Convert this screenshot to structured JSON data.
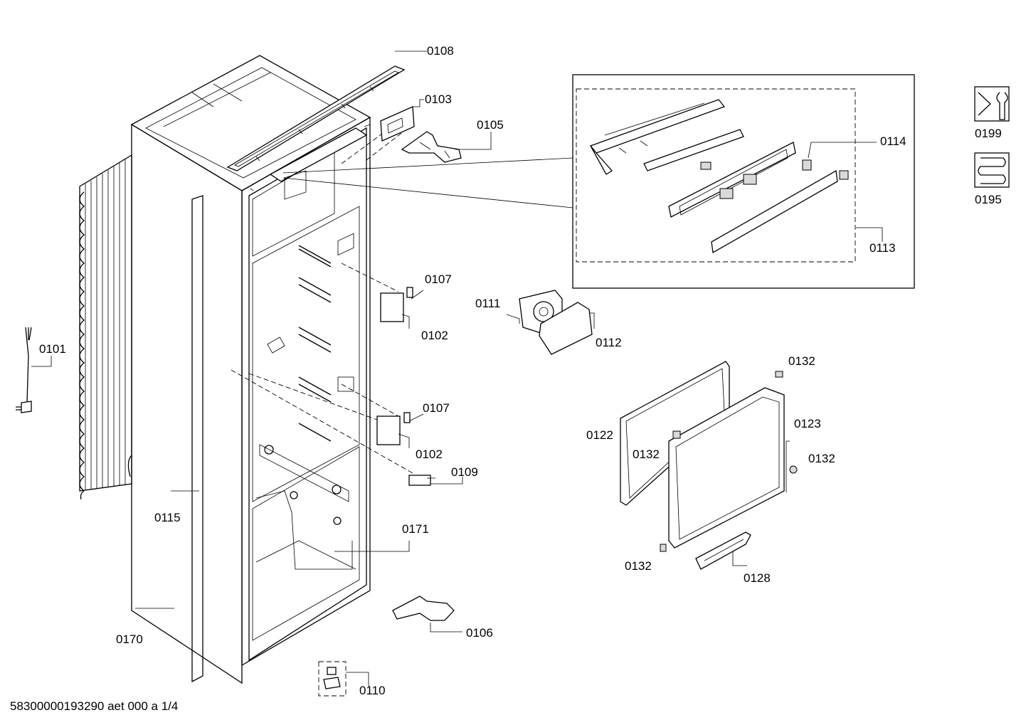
{
  "parts": [
    {
      "id": "p0108",
      "number": "0108"
    },
    {
      "id": "p0103",
      "number": "0103"
    },
    {
      "id": "p0105",
      "number": "0105"
    },
    {
      "id": "p0114",
      "number": "0114"
    },
    {
      "id": "p0113",
      "number": "0113"
    },
    {
      "id": "p0199",
      "number": "0199"
    },
    {
      "id": "p0195",
      "number": "0195"
    },
    {
      "id": "p0107a",
      "number": "0107"
    },
    {
      "id": "p0102a",
      "number": "0102"
    },
    {
      "id": "p0111",
      "number": "0111"
    },
    {
      "id": "p0112",
      "number": "0112"
    },
    {
      "id": "p0101",
      "number": "0101"
    },
    {
      "id": "p0132a",
      "number": "0132"
    },
    {
      "id": "p0107b",
      "number": "0107"
    },
    {
      "id": "p0122",
      "number": "0122"
    },
    {
      "id": "p0123",
      "number": "0123"
    },
    {
      "id": "p0132b",
      "number": "0132"
    },
    {
      "id": "p0132c",
      "number": "0132"
    },
    {
      "id": "p0102b",
      "number": "0102"
    },
    {
      "id": "p0109",
      "number": "0109"
    },
    {
      "id": "p0115",
      "number": "0115"
    },
    {
      "id": "p0171",
      "number": "0171"
    },
    {
      "id": "p0132d",
      "number": "0132"
    },
    {
      "id": "p0128",
      "number": "0128"
    },
    {
      "id": "p0106",
      "number": "0106"
    },
    {
      "id": "p0170",
      "number": "0170"
    },
    {
      "id": "p0110",
      "number": "0110"
    }
  ],
  "footer": {
    "code": "58300000193290 aet 000 a 1/4"
  }
}
